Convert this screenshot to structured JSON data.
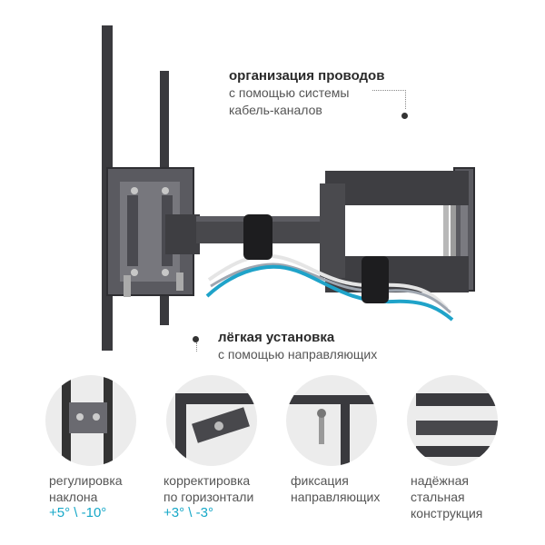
{
  "callouts": {
    "cables": {
      "title": "организация проводов",
      "line1": "с помощью системы",
      "line2": "кабель-каналов"
    },
    "install": {
      "title": "лёгкая установка",
      "line1": "с помощью направляющих"
    }
  },
  "features": [
    {
      "line1": "регулировка",
      "line2": "наклона",
      "range": "+5° \\ -10°"
    },
    {
      "line1": "корректировка",
      "line2": "по горизонтали",
      "range": "+3° \\ -3°"
    },
    {
      "line1": "фиксация",
      "line2": "направляющих"
    },
    {
      "line1": "надёжная",
      "line2": "стальная",
      "line3": "конструкция"
    }
  ],
  "colors": {
    "accent": "#17a8c8",
    "steel": "#4a4a4e",
    "text": "#555555"
  }
}
